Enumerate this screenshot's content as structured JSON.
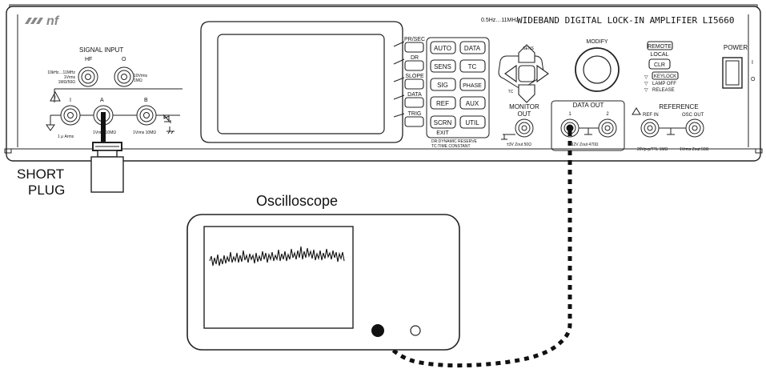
{
  "brand": "nf",
  "model_line": "0.5Hz…11MHz",
  "model_title": "WIDEBAND DIGITAL LOCK-IN AMPLIFIER LI5660",
  "power": {
    "label": "POWER",
    "on": "I",
    "off": "O"
  },
  "signal_input": {
    "title": "SIGNAL INPUT",
    "hf_label": "HF",
    "hf_spec": [
      "10kHz…11MHz",
      "1Vrms",
      "1MΩ/50Ω"
    ],
    "o_label": "O",
    "o_spec": [
      "10Vrms",
      "1MΩ"
    ],
    "i_label": "I",
    "i_spec": "1 μ Arms",
    "a_label": "A",
    "a_spec": "1Vrms 10MΩ",
    "b_label": "B",
    "b_spec": "1Vrms 10MΩ"
  },
  "side_keys": [
    "PR/SEC",
    "DR",
    "SLOPE",
    "DATA",
    "TRIG"
  ],
  "keys": [
    [
      "AUTO",
      "DATA"
    ],
    [
      "SENS",
      "TC"
    ],
    [
      "SIG",
      "PHASE"
    ],
    [
      "REF",
      "AUX"
    ],
    [
      "SCRN",
      "UTIL"
    ]
  ],
  "exit_label": "EXIT",
  "legend": [
    "DR:DYNAMIC RESERVE",
    "TC:TIME CONSTANT"
  ],
  "arrow_keys": {
    "up": "SENS",
    "left": "TC"
  },
  "modify": "MODIFY",
  "remote": {
    "remote": "REMOTE",
    "local": "LOCAL",
    "clr": "CLR",
    "keylock": "KEYLOCK",
    "lamp_off": "LAMP OFF",
    "release": "RELEASE"
  },
  "monitor_out": {
    "title": [
      "MONITOR",
      "OUT"
    ],
    "spec": "±3V Zout 50Ω"
  },
  "data_out": {
    "title": "DATA OUT",
    "ch1": "1",
    "ch2": "2",
    "spec": "±12V Zout 470Ω"
  },
  "reference": {
    "title": "REFERENCE",
    "ref_in": "REF IN",
    "osc_out": "OSC OUT",
    "ref_spec": "20Vp-p/TTL 1MΩ",
    "osc_spec": "1Vrms Zout 50Ω"
  },
  "short_plug": [
    "SHORT",
    "PLUG"
  ],
  "oscilloscope": "Oscilloscope"
}
